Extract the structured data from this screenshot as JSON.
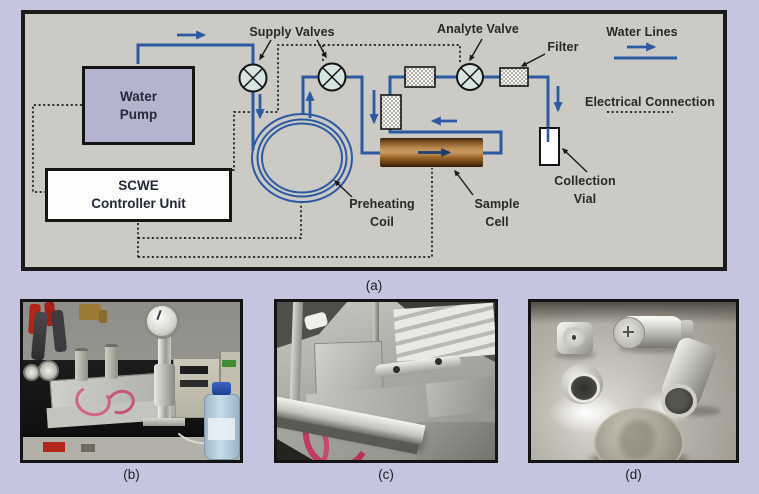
{
  "colors": {
    "background": "#c5c5df",
    "panel_bg": "#cbcac4",
    "pipe_blue": "#2b5aa3",
    "valve_fill": "#d7e5e2",
    "pump_fill": "#b4b4ce",
    "cell_brown": "#b5824a",
    "text_dark": "#28282a"
  },
  "panel_a": {
    "caption": "(a)",
    "labels": {
      "supply_valves": "Supply Valves",
      "analyte_valve": "Analyte Valve",
      "filter": "Filter",
      "legend_water_lines": "Water Lines",
      "legend_electrical": "Electrical Connection",
      "water_pump": {
        "line1": "Water",
        "line2": "Pump"
      },
      "controller": {
        "line1": "SCWE",
        "line2": "Controller Unit"
      },
      "preheating_coil": {
        "line1": "Preheating",
        "line2": "Coil"
      },
      "sample_cell": {
        "line1": "Sample",
        "line2": "Cell"
      },
      "collection_vial": {
        "line1": "Collection",
        "line2": "Vial"
      }
    }
  },
  "photos": [
    {
      "caption": "(b)",
      "alt": "Benchtop SCWE apparatus with pressure gauge, controller unit and water bottle"
    },
    {
      "caption": "(c)",
      "alt": "Close-up of stainless steel extraction hardware with tubing"
    },
    {
      "caption": "(d)",
      "alt": "Stainless steel sample-cell fittings beside a quarter for scale"
    }
  ]
}
